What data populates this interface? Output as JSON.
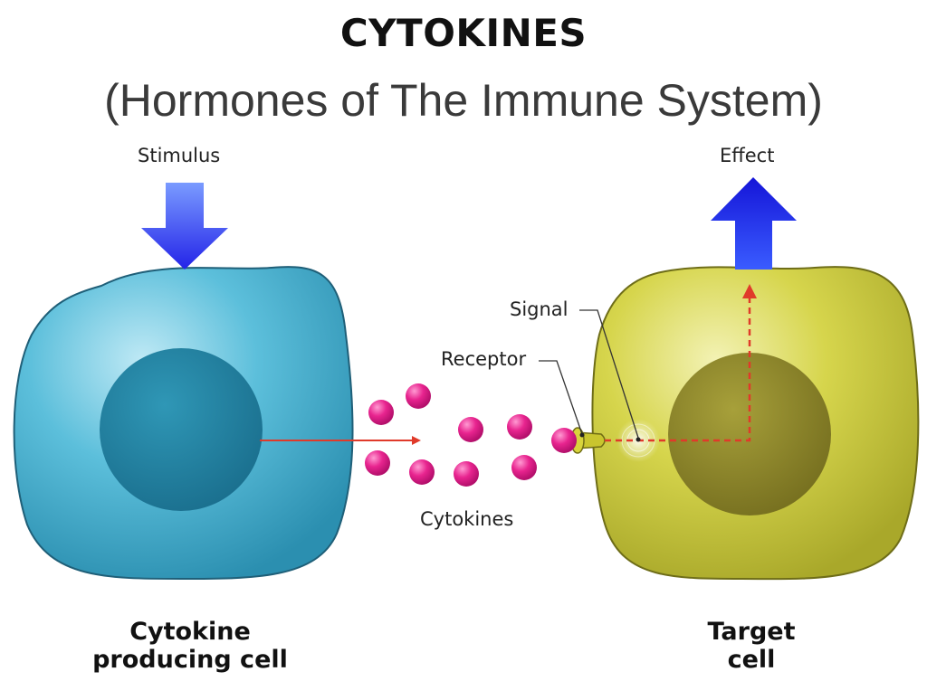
{
  "title": "CYTOKINES",
  "subtitle": "(Hormones of The Immune System)",
  "labels": {
    "stimulus": "Stimulus",
    "effect": "Effect",
    "signal": "Signal",
    "receptor": "Receptor",
    "cytokines": "Cytokines"
  },
  "cells": {
    "producing": {
      "line1": "Cytokine",
      "line2": "producing cell"
    },
    "target": {
      "line1": "Target",
      "line2": "cell"
    }
  },
  "colors": {
    "producing_cell": "#3fa7c6",
    "target_cell": "#c6c43a",
    "cytokine": "#e0218a",
    "arrow_blue": "#2a2aef",
    "signal_red": "#e03a2a"
  }
}
